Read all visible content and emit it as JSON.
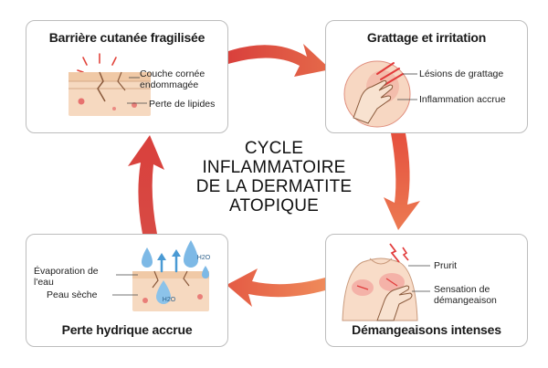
{
  "center_title": [
    "CYCLE",
    "INFLAMMATOIRE",
    "DE LA DERMATITE",
    "ATOPIQUE"
  ],
  "colors": {
    "arrow": "#d9524a",
    "arrow_light": "#e9795a",
    "skin": "#f6d9c0",
    "inflammation": "#e23b3b",
    "water": "#6aaee0"
  },
  "cards": {
    "barrier": {
      "title": "Barrière cutanée fragilisée",
      "labels": [
        "Couche cornée endommagée",
        "Perte de lipides"
      ],
      "icon": "damaged-skin-layer-icon"
    },
    "scratching": {
      "title": "Grattage et irritation",
      "labels": [
        "Lésions de grattage",
        "Inflammation accrue"
      ],
      "icon": "scratching-hand-icon"
    },
    "itching": {
      "title": "Démangeaisons intenses",
      "labels": [
        "Prurit",
        "Sensation de démangeaison"
      ],
      "icon": "itching-body-icon"
    },
    "water_loss": {
      "title": "Perte hydrique accrue",
      "labels": [
        "Évaporation de l'eau",
        "Peau sèche"
      ],
      "water_symbol": "H2O",
      "icon": "water-evaporation-icon"
    }
  }
}
